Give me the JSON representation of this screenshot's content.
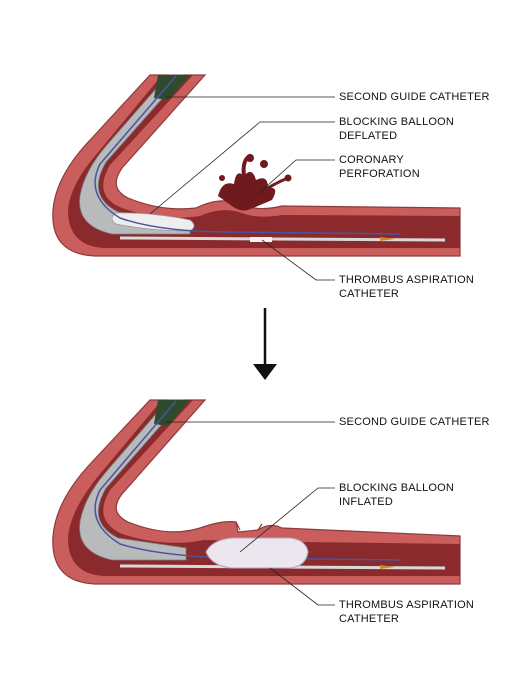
{
  "top_panel": {
    "labels": {
      "second_guide_catheter": "SECOND GUIDE CATHETER",
      "blocking_balloon_line1": "BLOCKING BALLOON",
      "blocking_balloon_line2": "DEFLATED",
      "perforation_line1": "CORONARY",
      "perforation_line2": "PERFORATION",
      "aspiration_line1": "THROMBUS ASPIRATION",
      "aspiration_line2": "CATHETER"
    }
  },
  "bottom_panel": {
    "labels": {
      "second_guide_catheter": "SECOND GUIDE CATHETER",
      "blocking_balloon_line1": "BLOCKING BALLOON",
      "blocking_balloon_line2": "INFLATED",
      "aspiration_line1": "THROMBUS ASPIRATION",
      "aspiration_line2": "CATHETER"
    }
  },
  "colors": {
    "vessel_outer": "#c95e5c",
    "vessel_wall_edge": "#8e3a3c",
    "lumen": "#8a2a2c",
    "blood": "#6e1a1e",
    "guide_catheter": "#b9babc",
    "balloon_deflated": "#eeeeee",
    "balloon_inflated": "#ece6ef",
    "guidewire": "#4a54a0",
    "catheter_tip": "#2f4a2c",
    "aspiration_tip": "#d08a2a"
  },
  "icons": {
    "arrow": "down-arrow-icon"
  }
}
